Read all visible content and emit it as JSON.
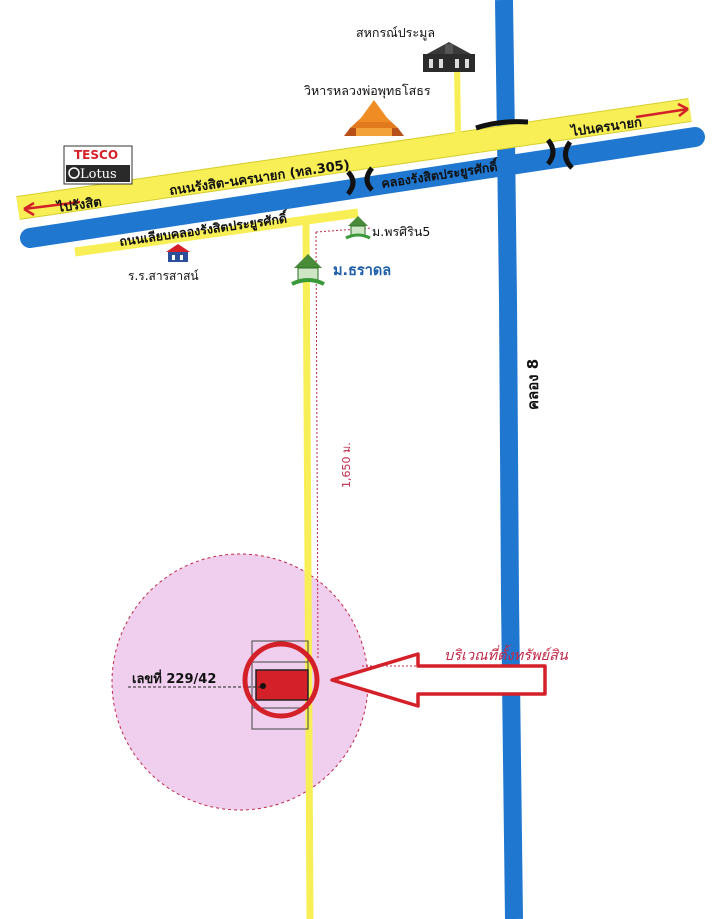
{
  "labels": {
    "cooperative": "สหกรณ์ประมูล",
    "temple": "วิหารหลวงพ่อพุทธโสธร",
    "tesco_top": "TESCO",
    "tesco_bottom": "Lotus",
    "main_road": "ถนนรังสิต-นครนายก (ทล.305)",
    "canal_name": "คลองรังสิตประยูรศักดิ์",
    "to_rangsit": "ไปรังสิต",
    "to_nakhon_nayok": "ไปนครนายก",
    "side_road": "ถนนเลียบคลองรังสิตประยูรศักดิ์",
    "village_pornsirin": "ม.พรศิริน5",
    "village_tharadol": "ม.ธราดล",
    "school": "ร.ร.สารสาสน์",
    "canal_8": "คลอง 8",
    "distance": "1,650 ม.",
    "house_number": "เลขที่ 229/42",
    "property_location": "บริเวณที่ตั้งทรัพย์สิน"
  },
  "colors": {
    "road": "#f7ef55",
    "road_edge": "#d6cf2f",
    "canal": "#1f77d0",
    "highlight": "#d42028",
    "zone": "#f0cfee",
    "zone_edge": "#c02848",
    "village_text": "#1f5fa8",
    "temple": "#e07a1c"
  }
}
